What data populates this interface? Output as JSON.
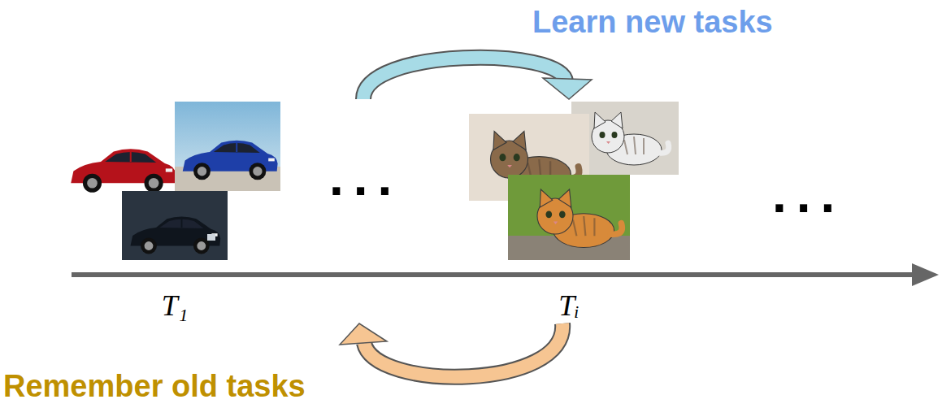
{
  "diagram": {
    "labels": [
      "Learn new tasks",
      "...",
      "...",
      "T₁",
      "Tᵢ",
      "Remember old tasks"
    ]
  }
}
